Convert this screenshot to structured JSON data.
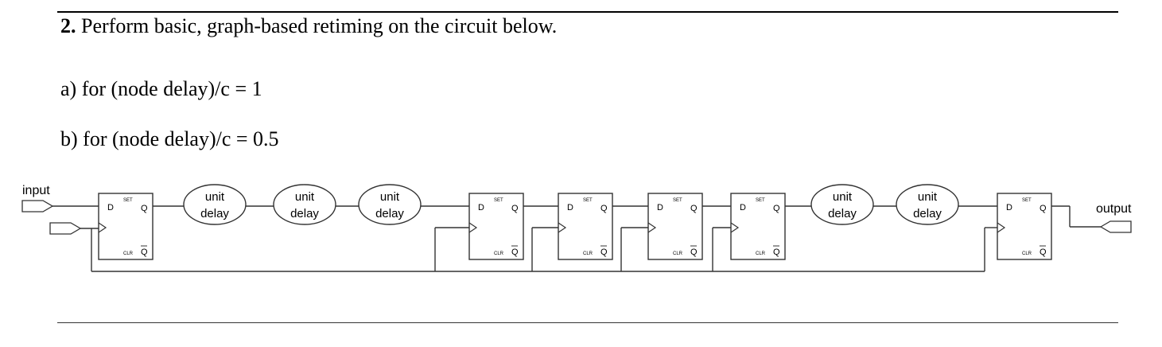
{
  "problem": {
    "number": "2.",
    "statement": "Perform basic, graph-based retiming on the circuit below.",
    "part_a": "a) for (node delay)/c = 1",
    "part_b": "b) for (node delay)/c = 0.5"
  },
  "circuit": {
    "input_label": "input",
    "output_label": "output",
    "flipflop": {
      "d_label": "D",
      "q_label": "Q",
      "qbar_label": "Q",
      "set_label": "SET",
      "clr_label": "CLR"
    },
    "delay_node": {
      "line1": "unit",
      "line2": "delay"
    },
    "chain": [
      "flip-flop",
      "unit delay",
      "unit delay",
      "unit delay",
      "flip-flop",
      "flip-flop",
      "flip-flop",
      "flip-flop",
      "unit delay",
      "unit delay",
      "flip-flop"
    ]
  }
}
